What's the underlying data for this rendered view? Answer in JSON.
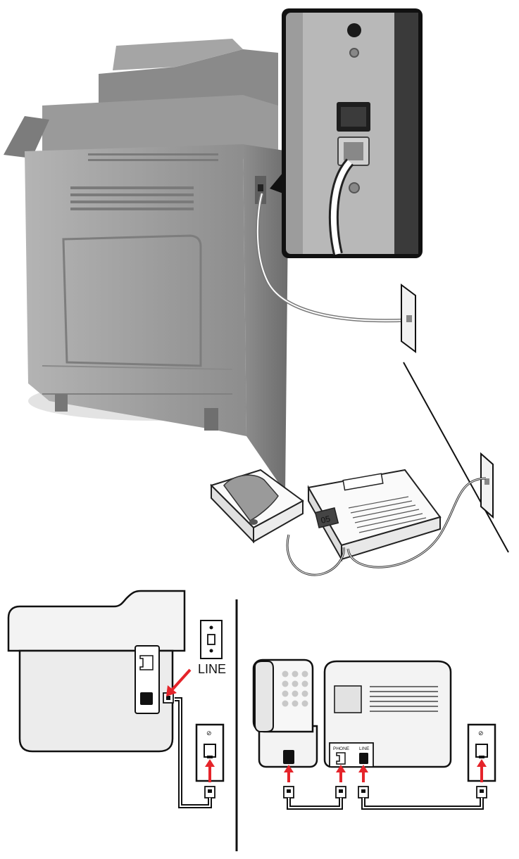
{
  "labels": {
    "wall_line": "LINE",
    "device_phone": "PHONE",
    "device_line": "LINE",
    "counter": "05"
  },
  "icons": {
    "printer": "mfp-printer-icon",
    "wall_jack": "wall-jack-icon",
    "phone": "telephone-icon",
    "answering_machine": "answering-machine-icon",
    "plug": "rj11-plug-icon",
    "arrow": "red-arrow-icon"
  },
  "colors": {
    "printer_gray": "#9b9b9b",
    "panel_gray": "#ececec",
    "arrow_red": "#e5242a",
    "cable": "#111111"
  }
}
